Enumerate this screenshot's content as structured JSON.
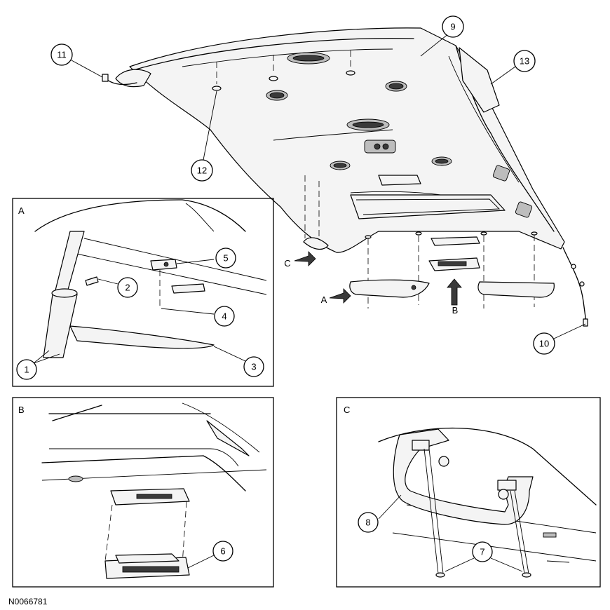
{
  "figure_id": "N0066781",
  "main_callouts": {
    "c9": "9",
    "c11": "11",
    "c12": "12",
    "c13": "13",
    "c10": "10"
  },
  "view_arrows": {
    "a": "A",
    "b": "B",
    "c": "C"
  },
  "panel_a": {
    "title": "A",
    "c1": "1",
    "c2": "2",
    "c3": "3",
    "c4": "4",
    "c5": "5"
  },
  "panel_b": {
    "title": "B",
    "c6": "6"
  },
  "panel_c": {
    "title": "C",
    "c7": "7",
    "c8": "8"
  },
  "colors": {
    "line": "#000000",
    "background": "#ffffff",
    "part_fill": "#f4f4f4"
  }
}
